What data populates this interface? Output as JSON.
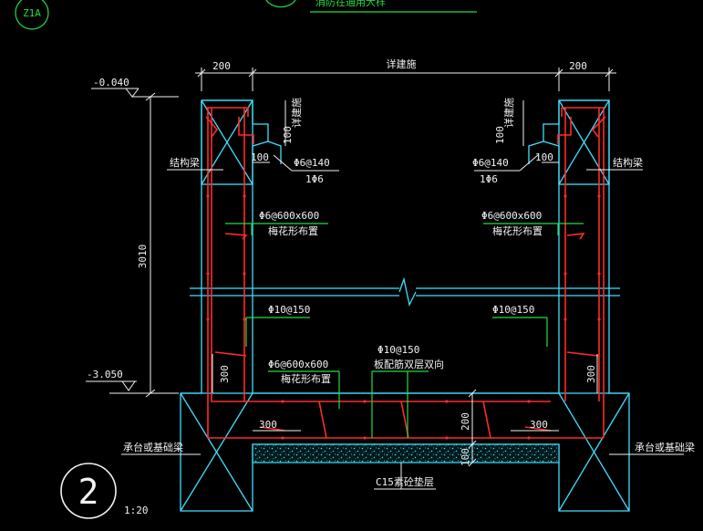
{
  "sheet": {
    "ref_mark": "Z1A",
    "title_partial": "消防在通用大样",
    "detail_number": "2",
    "scale": "1:20"
  },
  "dims": {
    "top_left_width": "200",
    "top_span": "详建施",
    "top_right_width": "200",
    "overall_height": "3010",
    "left_bottom_300": "300",
    "right_bottom_300": "300",
    "bottom_left_300": "300",
    "bottom_right_300": "300",
    "slab_200": "200",
    "cushion_100": "100",
    "ledge_left_100": "100",
    "ledge_right_100": "100",
    "ledge_left_height": "100",
    "ledge_right_height": "100",
    "ledge_left_note": "详建施",
    "ledge_right_note": "详建施"
  },
  "levels": {
    "top": "-0.040",
    "bottom": "-3.050"
  },
  "labels": {
    "struct_beam_left": "结构梁",
    "struct_beam_right": "结构梁",
    "ledge_bar_left": "Φ6@140",
    "ledge_bar_left_2": "1Φ6",
    "ledge_bar_right": "Φ6@140",
    "ledge_bar_right_2": "1Φ6",
    "tie_left": "Φ6@600x600",
    "tie_left_note": "梅花形布置",
    "tie_right": "Φ6@600x600",
    "tie_right_note": "梅花形布置",
    "wall_bar_left": "Φ10@150",
    "wall_bar_right": "Φ10@150",
    "tie_bottom": "Φ6@600x600",
    "tie_bottom_note": "梅花形布置",
    "slab_bar": "Φ10@150",
    "slab_bar_note": "板配筋双层双向",
    "pile_cap_left": "承台或基础梁",
    "pile_cap_right": "承台或基础梁",
    "cushion": "C15素砼垫层"
  }
}
